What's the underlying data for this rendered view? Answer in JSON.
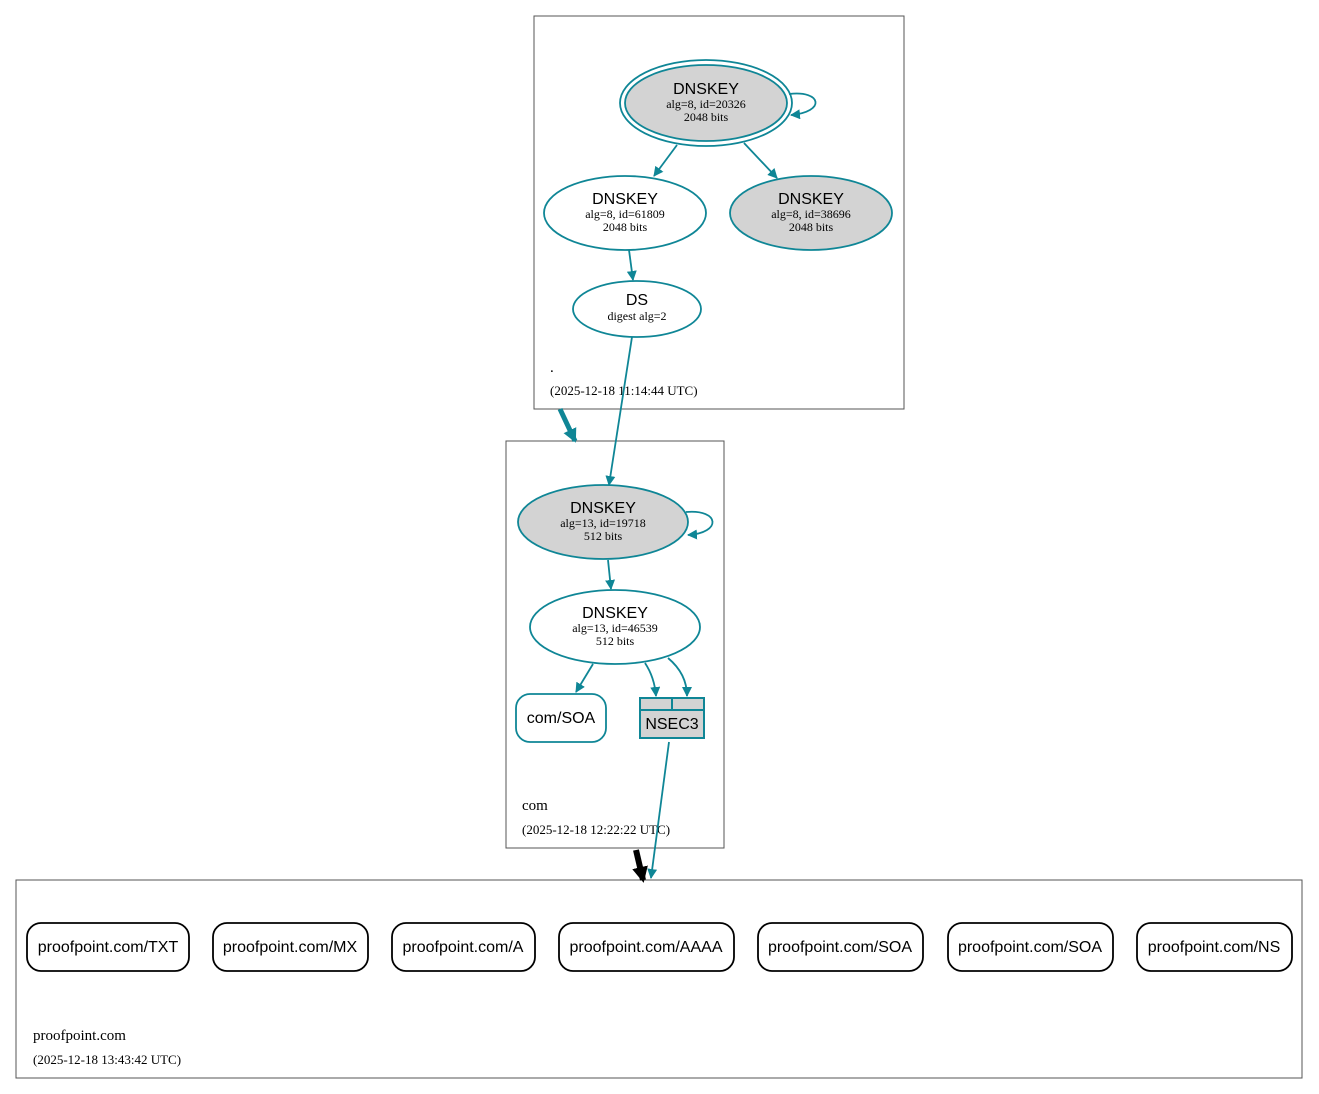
{
  "colors": {
    "teal": "#0f8696",
    "key_fill_gray": "#d3d3d3",
    "black": "#000000",
    "zone_border": "#555555"
  },
  "zones": {
    "root": {
      "name": ".",
      "time": "(2025-12-18 11:14:44 UTC)",
      "ksk": {
        "title": "DNSKEY",
        "alg": "alg=8, id=20326",
        "bits": "2048 bits"
      },
      "zsk": {
        "title": "DNSKEY",
        "alg": "alg=8, id=61809",
        "bits": "2048 bits"
      },
      "key3": {
        "title": "DNSKEY",
        "alg": "alg=8, id=38696",
        "bits": "2048 bits"
      },
      "ds": {
        "title": "DS",
        "sub": "digest alg=2"
      }
    },
    "com": {
      "name": "com",
      "time": "(2025-12-18 12:22:22 UTC)",
      "ksk": {
        "title": "DNSKEY",
        "alg": "alg=13, id=19718",
        "bits": "512 bits"
      },
      "zsk": {
        "title": "DNSKEY",
        "alg": "alg=13, id=46539",
        "bits": "512 bits"
      },
      "soa": "com/SOA",
      "nsec3": "NSEC3"
    },
    "proofpoint": {
      "name": "proofpoint.com",
      "time": "(2025-12-18 13:43:42 UTC)",
      "records": [
        "proofpoint.com/TXT",
        "proofpoint.com/MX",
        "proofpoint.com/A",
        "proofpoint.com/AAAA",
        "proofpoint.com/SOA",
        "proofpoint.com/SOA",
        "proofpoint.com/NS"
      ]
    }
  }
}
